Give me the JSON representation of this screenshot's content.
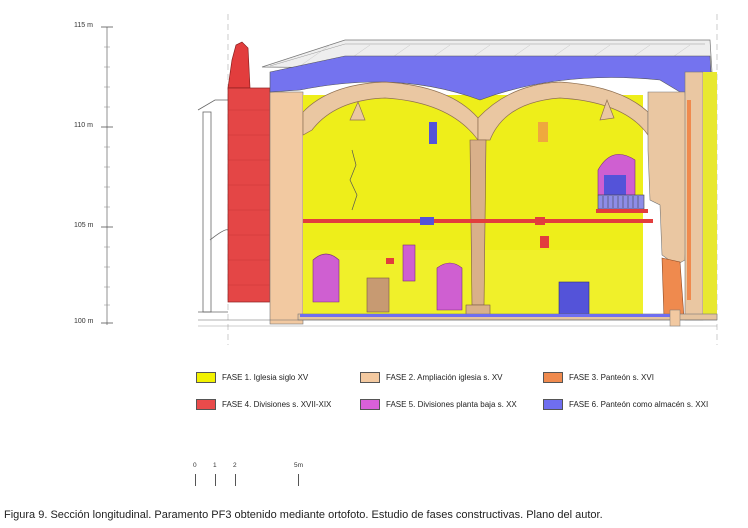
{
  "elevations": [
    "115 m",
    "110 m",
    "105 m",
    "100 m"
  ],
  "legend": [
    {
      "label": "FASE 1. Iglesia siglo XV",
      "color": "#f2f200"
    },
    {
      "label": "FASE 2. Ampliación iglesia s. XV",
      "color": "#f3c9a0"
    },
    {
      "label": "FASE 3. Panteón s. XVI",
      "color": "#ef8a4e"
    },
    {
      "label": "FASE 4. Divisiones s. XVII-XIX",
      "color": "#e94b4b"
    },
    {
      "label": "FASE 5. Divisiones planta baja s. XX",
      "color": "#d960d9"
    },
    {
      "label": "FASE 6. Panteón como almacén s. XXI",
      "color": "#6f6ef0"
    }
  ],
  "scale": {
    "labels": [
      "0",
      "1",
      "2",
      "5m"
    ]
  },
  "caption": "Figura 9. Sección longitudinal. Paramento PF3 obtenido mediante ortofoto. Estudio de fases constructivas. Plano del autor."
}
